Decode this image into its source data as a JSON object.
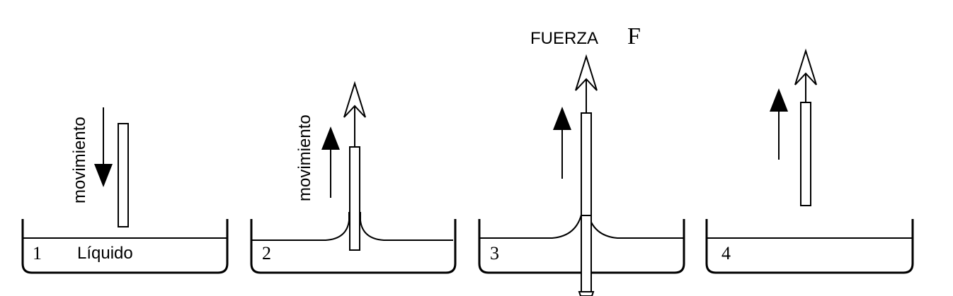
{
  "labels": {
    "movement_vertical": "movimiento",
    "liquid": "Líquido",
    "force_word": "FUERZA",
    "force_symbol": "F"
  },
  "panels": [
    {
      "number": "1",
      "liquid_label": "Líquido",
      "movement_label": "movimiento",
      "movement_direction": "down"
    },
    {
      "number": "2",
      "movement_label": "movimiento",
      "movement_direction": "up"
    },
    {
      "number": "3",
      "movement_direction": "up"
    },
    {
      "number": "4",
      "movement_direction": "up"
    }
  ],
  "colors": {
    "stroke": "#000000",
    "background": "#ffffff"
  }
}
